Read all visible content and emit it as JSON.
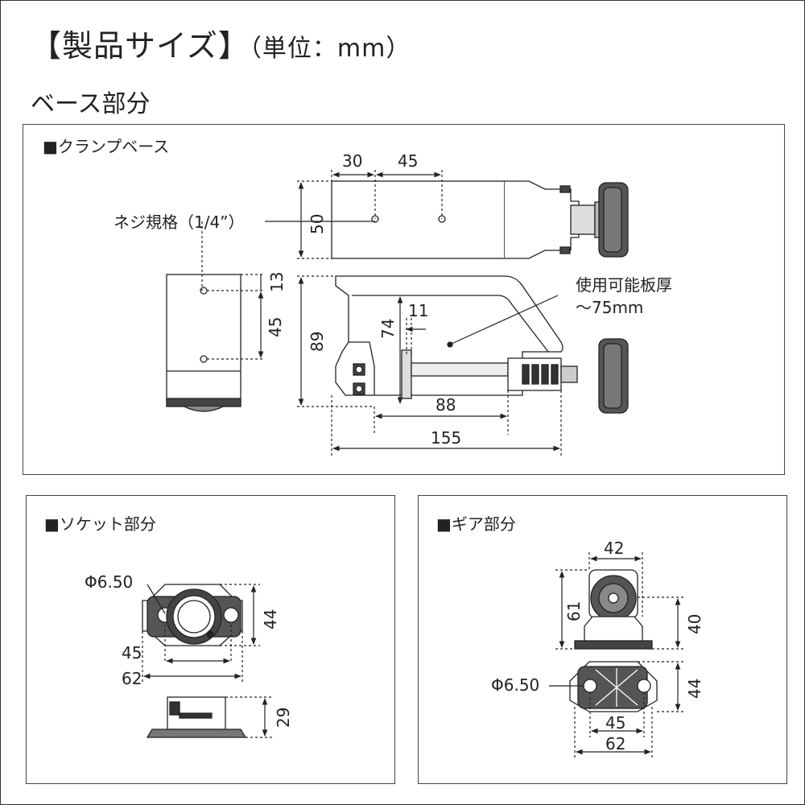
{
  "header": {
    "title": "【製品サイズ】",
    "unit": "（単位：mm）",
    "section": "ベース部分"
  },
  "clamp": {
    "heading": "■クランプベース",
    "screw_label": "ネジ規格（1/4”）",
    "thickness_line1": "使用可能板厚",
    "thickness_line2": "～75mm",
    "dims": {
      "d30": "30",
      "d45a": "45",
      "d50": "50",
      "d13": "13",
      "d45b": "45",
      "d89": "89",
      "d74": "74",
      "d11": "11",
      "d88": "88",
      "d155": "155"
    }
  },
  "socket": {
    "heading": "■ソケット部分",
    "hole": "Φ6.50",
    "dims": {
      "d44": "44",
      "d45": "45",
      "d62": "62",
      "d29": "29"
    }
  },
  "gear": {
    "heading": "■ギア部分",
    "hole": "Φ6.50",
    "dims": {
      "d42": "42",
      "d61": "61",
      "d40": "40",
      "d44": "44",
      "d45": "45",
      "d62": "62"
    }
  }
}
